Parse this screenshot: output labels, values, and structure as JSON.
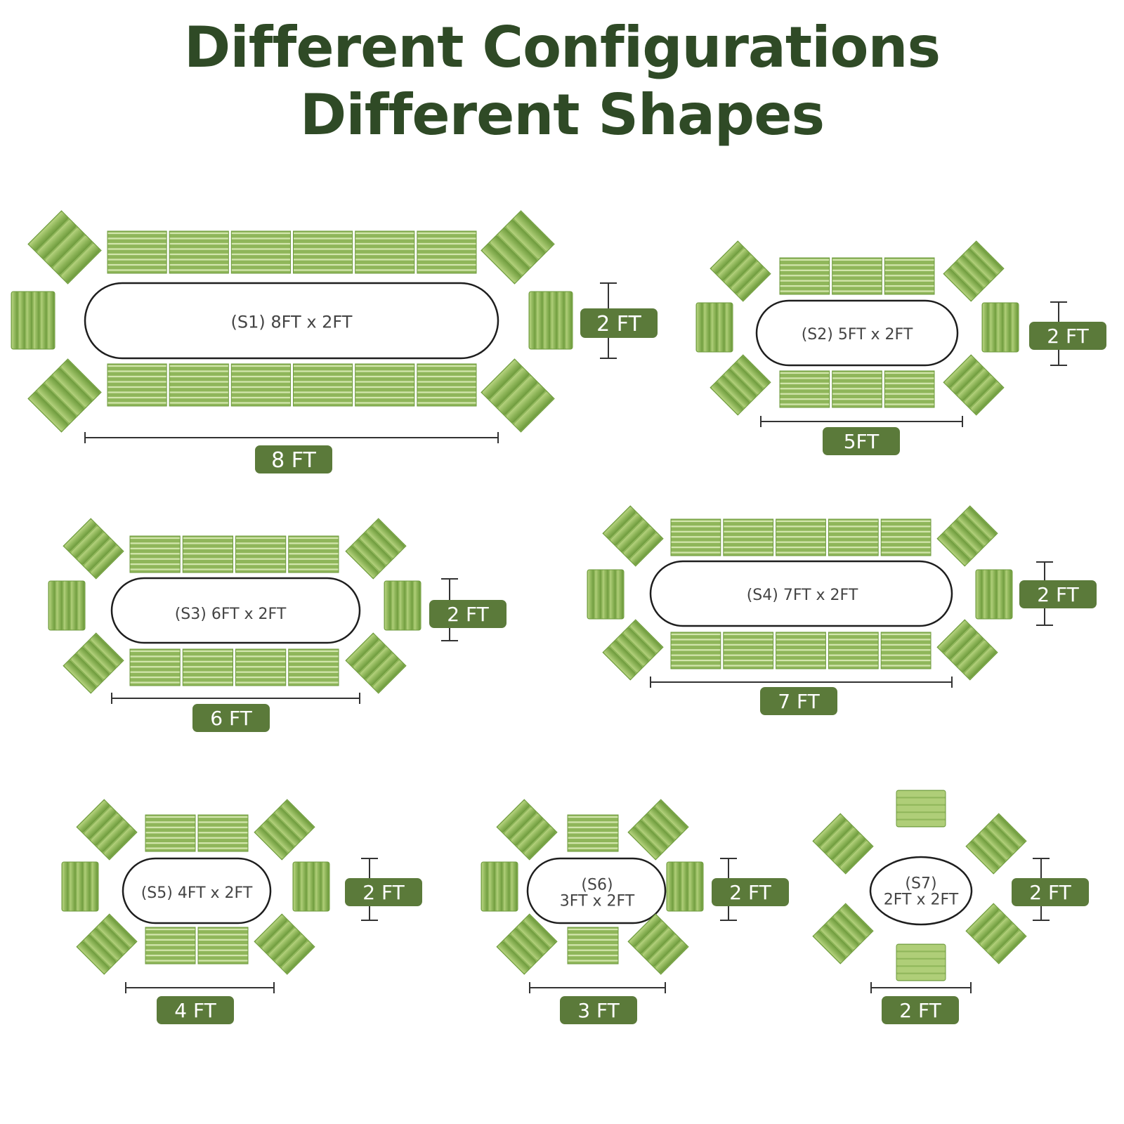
{
  "page": {
    "title_line1": "Different Configurations",
    "title_line2": "Different Shapes"
  },
  "colors": {
    "title": "#2f4a26",
    "badge": "#5b7a3a",
    "badge_text": "#ffffff",
    "panel_light": "#b5d27e",
    "panel_mid": "#8fb65a",
    "panel_dark": "#6d9a3c",
    "line": "#333333",
    "table_stroke": "#1e1e1e"
  },
  "configs": [
    {
      "id": "s1",
      "table_label": "(S1) 8FT x 2FT",
      "length_label": "8 FT",
      "width_label": "2 FT"
    },
    {
      "id": "s2",
      "table_label": "(S2) 5FT x 2FT",
      "length_label": "5FT",
      "width_label": "2 FT"
    },
    {
      "id": "s3",
      "table_label": "(S3) 6FT x 2FT",
      "length_label": "6 FT",
      "width_label": "2 FT"
    },
    {
      "id": "s4",
      "table_label": "(S4) 7FT x 2FT",
      "length_label": "7 FT",
      "width_label": "2 FT"
    },
    {
      "id": "s5",
      "table_label": "(S5) 4FT x 2FT",
      "length_label": "4 FT",
      "width_label": "2 FT"
    },
    {
      "id": "s6",
      "table_label": [
        "(S6)",
        "3FT x 2FT"
      ],
      "length_label": "3 FT",
      "width_label": "2 FT"
    },
    {
      "id": "s7",
      "table_label": [
        "(S7)",
        "2FT x 2FT"
      ],
      "length_label": "2 FT",
      "width_label": "2 FT"
    }
  ]
}
